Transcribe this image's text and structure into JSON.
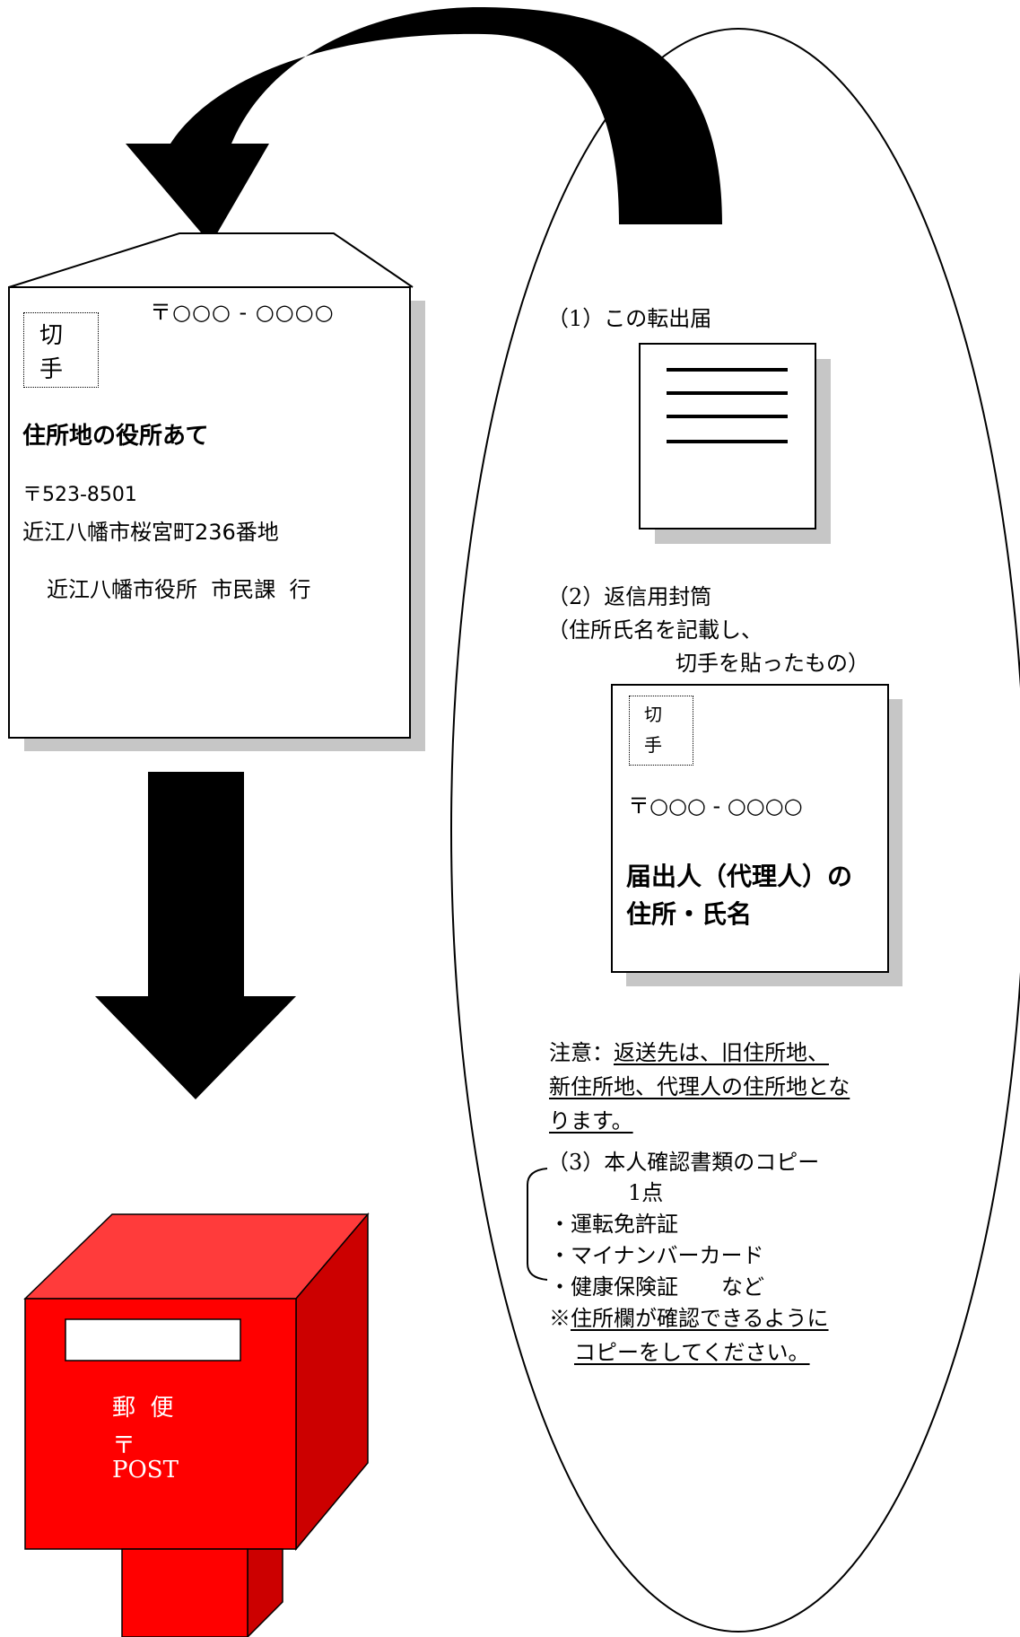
{
  "envelope": {
    "postal_placeholder": "〒○○○ - ○○○○",
    "stamp_chars": [
      "切",
      "手"
    ],
    "recipient_title": "住所地の役所あて",
    "postal_code": "〒523-8501",
    "address": "近江八幡市桜宮町236番地",
    "office": "近江八幡市役所  市民課  行"
  },
  "mailbox": {
    "chars_line1": "郵  便",
    "symbol": "〒",
    "label": "POST",
    "body_color": "#ff0000",
    "top_color": "#ff3b3b",
    "side_color": "#cc0000"
  },
  "contents": {
    "item1": {
      "label": "（1）この転出届"
    },
    "item2": {
      "label": "（2）返信用封筒",
      "note_line1": "（住所氏名を記載し、",
      "note_line2": "切手を貼ったもの）",
      "return_envelope": {
        "stamp_chars": [
          "切",
          "手"
        ],
        "postal_placeholder": "〒○○○ - ○○○○",
        "name_line1": "届出人（代理人）の",
        "name_line2": "住所・氏名"
      }
    },
    "caution": {
      "prefix": "注意：",
      "line1": "返送先は、旧住所地、",
      "line2": "新住所地、代理人の住所地とな",
      "line3": "ります。"
    },
    "item3": {
      "label": "（3）本人確認書類のコピー",
      "count": "1点",
      "documents": [
        "・運転免許証",
        "・マイナンバーカード",
        "・健康保険証　　など"
      ],
      "note_mark": "※",
      "note_line1": "住所欄が確認できるように",
      "note_line2": "コピーをしてください。"
    }
  }
}
